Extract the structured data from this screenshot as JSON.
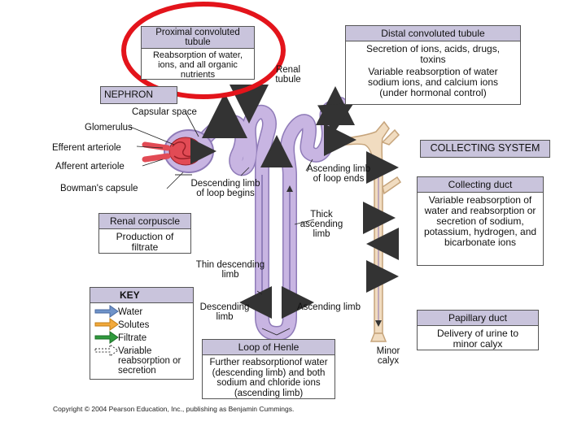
{
  "boxes": {
    "proximal": {
      "title": "Proximal convoluted tubule",
      "body": "Reabsorption of water, ions, and all organic nutrients"
    },
    "distal": {
      "title": "Distal convoluted tubule",
      "body1": "Secretion of ions, acids, drugs, toxins",
      "body2": "Variable reabsorption of water sodium ions, and calcium ions (under hormonal control)"
    },
    "nephron": {
      "title": "NEPHRON"
    },
    "collecting_system": {
      "title": "COLLECTING SYSTEM"
    },
    "collecting_duct": {
      "title": "Collecting duct",
      "body": "Variable reabsorption of water and reabsorption or secretion of sodium, potassium, hydrogen, and bicarbonate ions"
    },
    "renal_corpuscle": {
      "title": "Renal corpuscle",
      "body": "Production of filtrate"
    },
    "papillary_duct": {
      "title": "Papillary duct",
      "body": "Delivery of urine to minor calyx"
    },
    "loop_of_henle": {
      "title": "Loop of Henle",
      "body": "Further reabsorptionof water (descending limb) and both sodium and chloride ions (ascending limb)"
    }
  },
  "labels": {
    "renal_tubule": "Renal tubule",
    "capsular_space": "Capsular space",
    "glomerulus": "Glomerulus",
    "efferent_arteriole": "Efferent arteriole",
    "afferent_arteriole": "Afferent arteriole",
    "bowmans_capsule": "Bowman's capsule",
    "descending_limb_begins": "Descending limb of loop begins",
    "ascending_limb_ends": "Ascending limb of loop ends",
    "thick_ascending_limb": "Thick ascending limb",
    "thin_descending_limb": "Thin descending limb",
    "descending_limb": "Descending limb",
    "ascending_limb": "Ascending limb",
    "minor_calyx": "Minor calyx"
  },
  "key": {
    "title": "KEY",
    "items": [
      {
        "label": "Water",
        "color": "#6f93c9",
        "icon": "blue-arrow-icon"
      },
      {
        "label": "Solutes",
        "color": "#f2a93b",
        "icon": "orange-arrow-icon"
      },
      {
        "label": "Filtrate",
        "color": "#2f9a3c",
        "icon": "green-arrow-icon"
      },
      {
        "label": "Variable reabsorption or secretion",
        "color": "#ffffff",
        "icon": "dashed-arrow-icon"
      }
    ]
  },
  "copyright": "Copyright © 2004 Pearson Education, Inc., publishing as Benjamin Cummings.",
  "colors": {
    "tubule": "#c8b5e2",
    "tubule_edge": "#8f7bb8",
    "collecting": "#f1dcc0",
    "collecting_edge": "#c6a47b",
    "header_fill": "#c9c4dc",
    "highlight_ring": "#e3141b",
    "glomerulus": "#e24b55"
  }
}
